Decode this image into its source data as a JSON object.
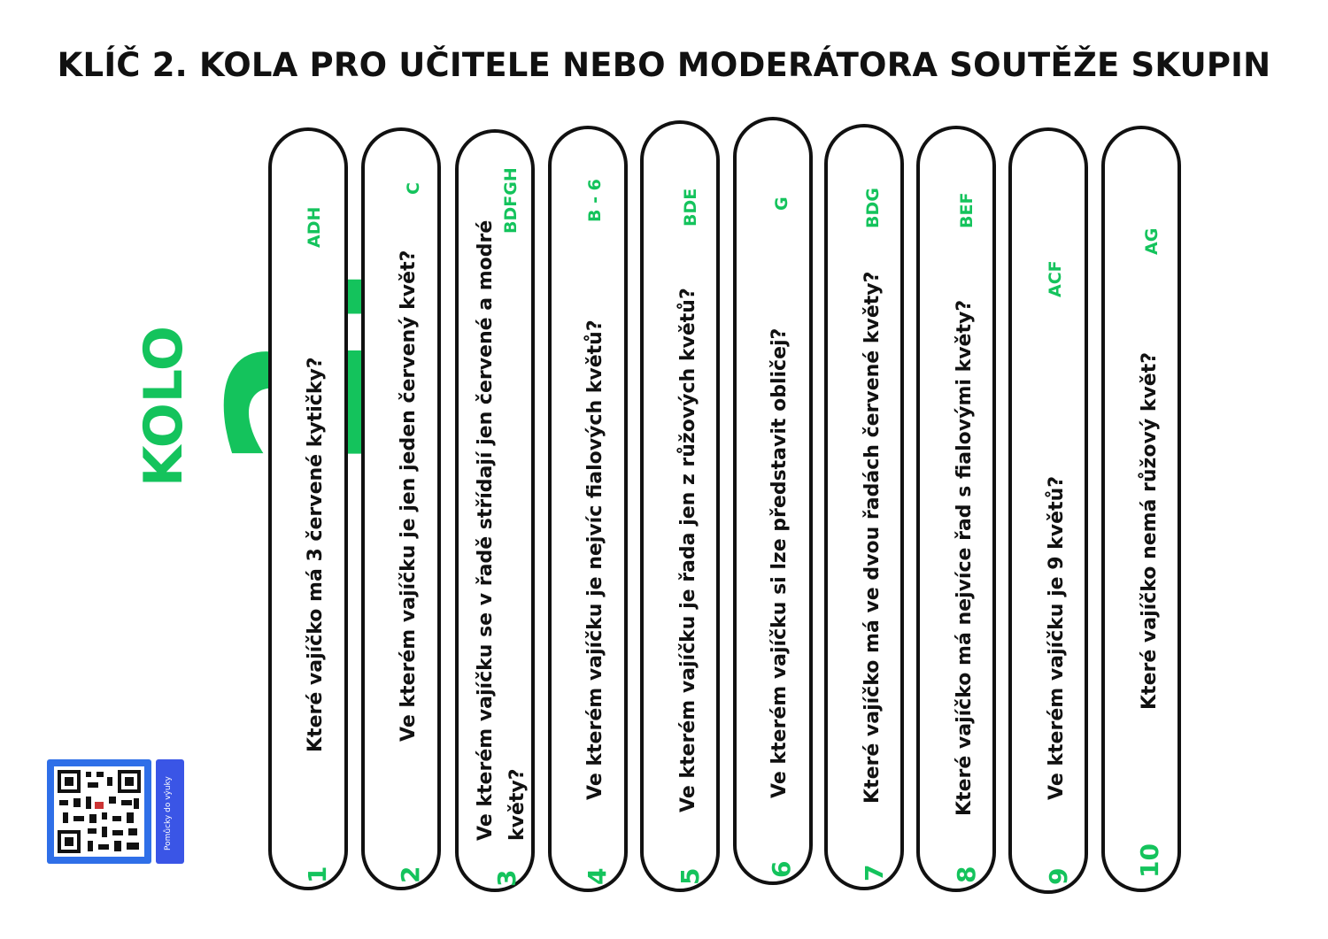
{
  "title": "KLÍČ 2. KOLA  PRO UČITELE NEBO MODERÁTORA SOUTĚŽE SKUPIN",
  "round": {
    "number": "2.",
    "word": "KOLO"
  },
  "qr": {
    "side_label": "Pomůcky do výuky"
  },
  "colors": {
    "accent": "#14c35c",
    "text": "#111111",
    "qr_blue": "#2f6fe8"
  },
  "questions": [
    {
      "number": "1",
      "text": "Které vajíčko má 3 červené kytičky?",
      "answer": "ADH"
    },
    {
      "number": "2",
      "text": "Ve kterém vajíčku je jen jeden červený květ?",
      "answer": "C"
    },
    {
      "number": "3",
      "text_line1": "Ve kterém vajíčku se v řadě střídají jen červené a modré",
      "text_line2": "květy?",
      "answer": "BDFGH"
    },
    {
      "number": "4",
      "text": "Ve kterém vajíčku je nejvíc fialových květů?",
      "answer": "B - 6"
    },
    {
      "number": "5",
      "text": "Ve kterém vajíčku je řada jen z růžových květů?",
      "answer": "BDE"
    },
    {
      "number": "6",
      "text": "Ve kterém vajíčku si lze představit obličej?",
      "answer": "G"
    },
    {
      "number": "7",
      "text": "Které vajíčko má ve dvou řadách červené květy?",
      "answer": "BDG"
    },
    {
      "number": "8",
      "text": "Které vajíčko má nejvíce řad s fialovými květy?",
      "answer": "BEF"
    },
    {
      "number": "9",
      "text": "Ve kterém vajíčku je 9 květů?",
      "answer": "ACF"
    },
    {
      "number": "10",
      "text": "Které vajíčko nemá růžový květ?",
      "answer": "AG"
    }
  ]
}
